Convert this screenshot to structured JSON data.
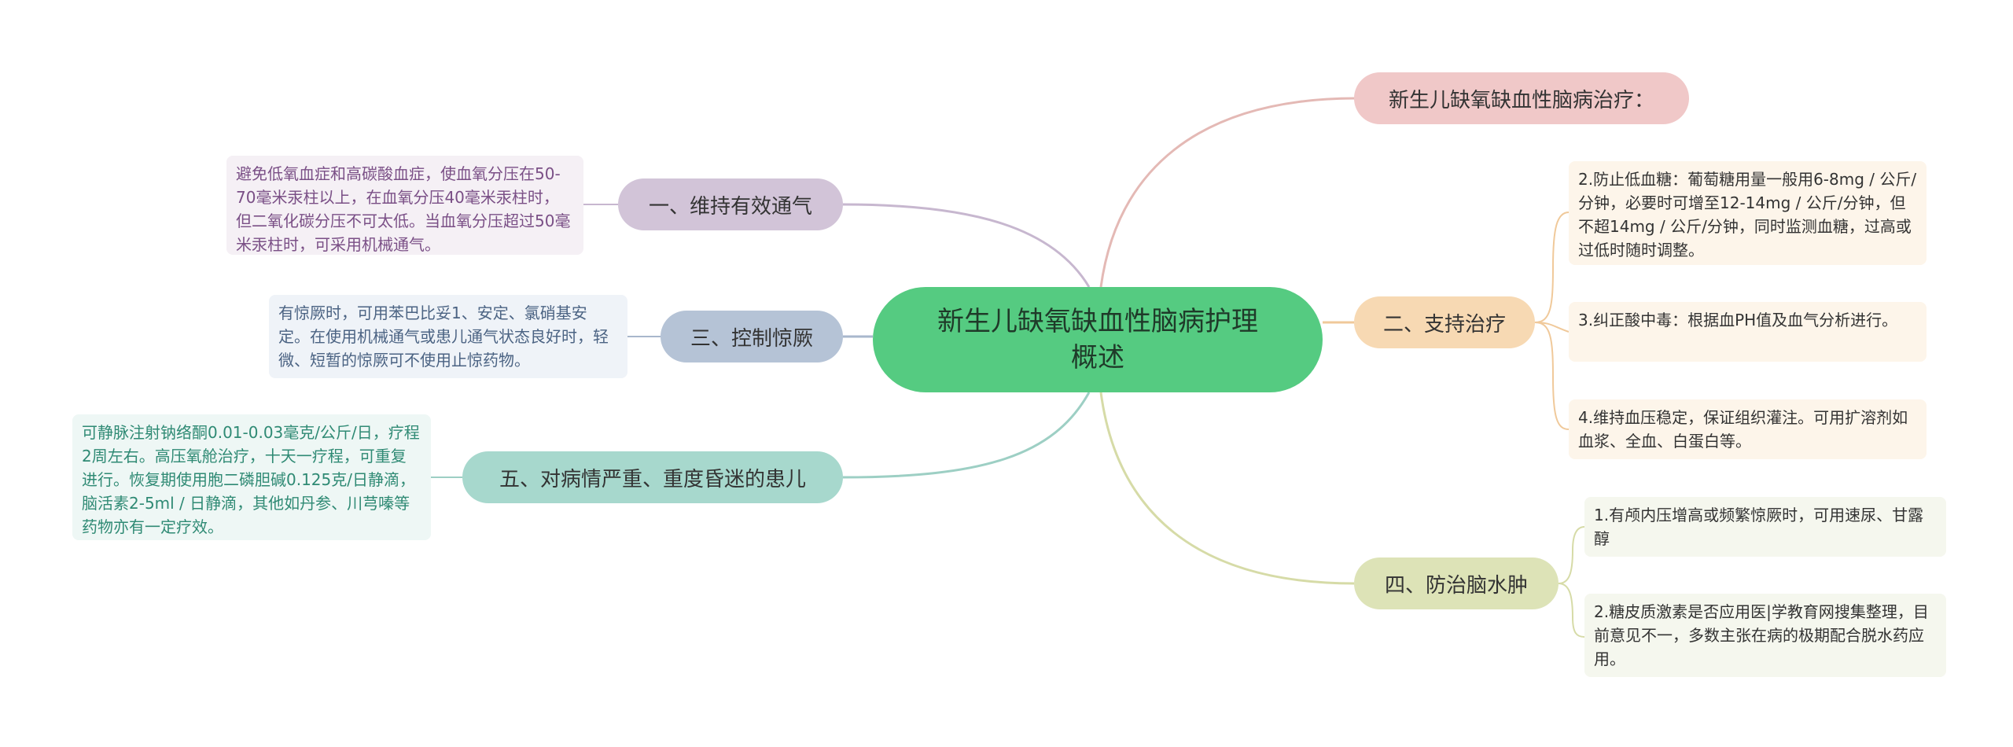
{
  "root": {
    "title": "新生儿缺氧缺血性脑病护理概述"
  },
  "branches": {
    "top": {
      "label": "新生儿缺氧缺血性脑病治疗："
    },
    "support": {
      "label": "二、支持治疗"
    },
    "edema": {
      "label": "四、防治脑水肿"
    },
    "vent": {
      "label": "一、维持有效通气"
    },
    "seizure": {
      "label": "三、控制惊厥"
    },
    "severe": {
      "label": "五、对病情严重、重度昏迷的患儿"
    }
  },
  "leaves": {
    "support_1": "2.防止低血糖：葡萄糖用量一般用6-8mg / 公斤/分钟，必要时可增至12-14mg / 公斤/分钟，但不超14mg / 公斤/分钟，同时监测血糖，过高或过低时随时调整。",
    "support_2": "3.纠正酸中毒：根据血PH值及血气分析进行。",
    "support_3": "4.维持血压稳定，保证组织灌注。可用扩溶剂如血浆、全血、白蛋白等。",
    "edema_1": "1.有颅内压增高或频繁惊厥时，可用速尿、甘露醇",
    "edema_2": "2.糖皮质激素是否应用医|学教育网搜集整理，目前意见不一，多数主张在病的极期配合脱水药应用。",
    "vent_1": "避免低氧血症和高碳酸血症，使血氧分压在50-70毫米汞柱以上，在血氧分压40毫米汞柱时，但二氧化碳分压不可太低。当血氧分压超过50毫米汞柱时，可采用机械通气。",
    "seizure_1": "有惊厥时，可用苯巴比妥1、安定、氯硝基安定。在使用机械通气或患儿通气状态良好时，轻微、短暂的惊厥可不使用止惊药物。",
    "severe_1": "可静脉注射钠络酮0.01-0.03毫克/公斤/日，疗程2周左右。高压氧舱治疗，十天一疗程，可重复进行。恢复期使用胞二磷胆碱0.125克/日静滴，脑活素2-5ml / 日静滴，其他如丹参、川芎嗪等药物亦有一定疗效。"
  },
  "colors": {
    "root": "#55cb81",
    "top": "#f0c8c8",
    "support": "#f7d9b3",
    "support_leaf": "#fdf5ea",
    "edema": "#dde3b7",
    "edema_leaf": "#f5f7ee",
    "vent": "#d2c4d8",
    "vent_leaf": "#f5f0f5",
    "seizure": "#b5c3d6",
    "seizure_leaf": "#eff3f8",
    "severe": "#a7d8cd",
    "severe_leaf": "#eef7f5"
  }
}
